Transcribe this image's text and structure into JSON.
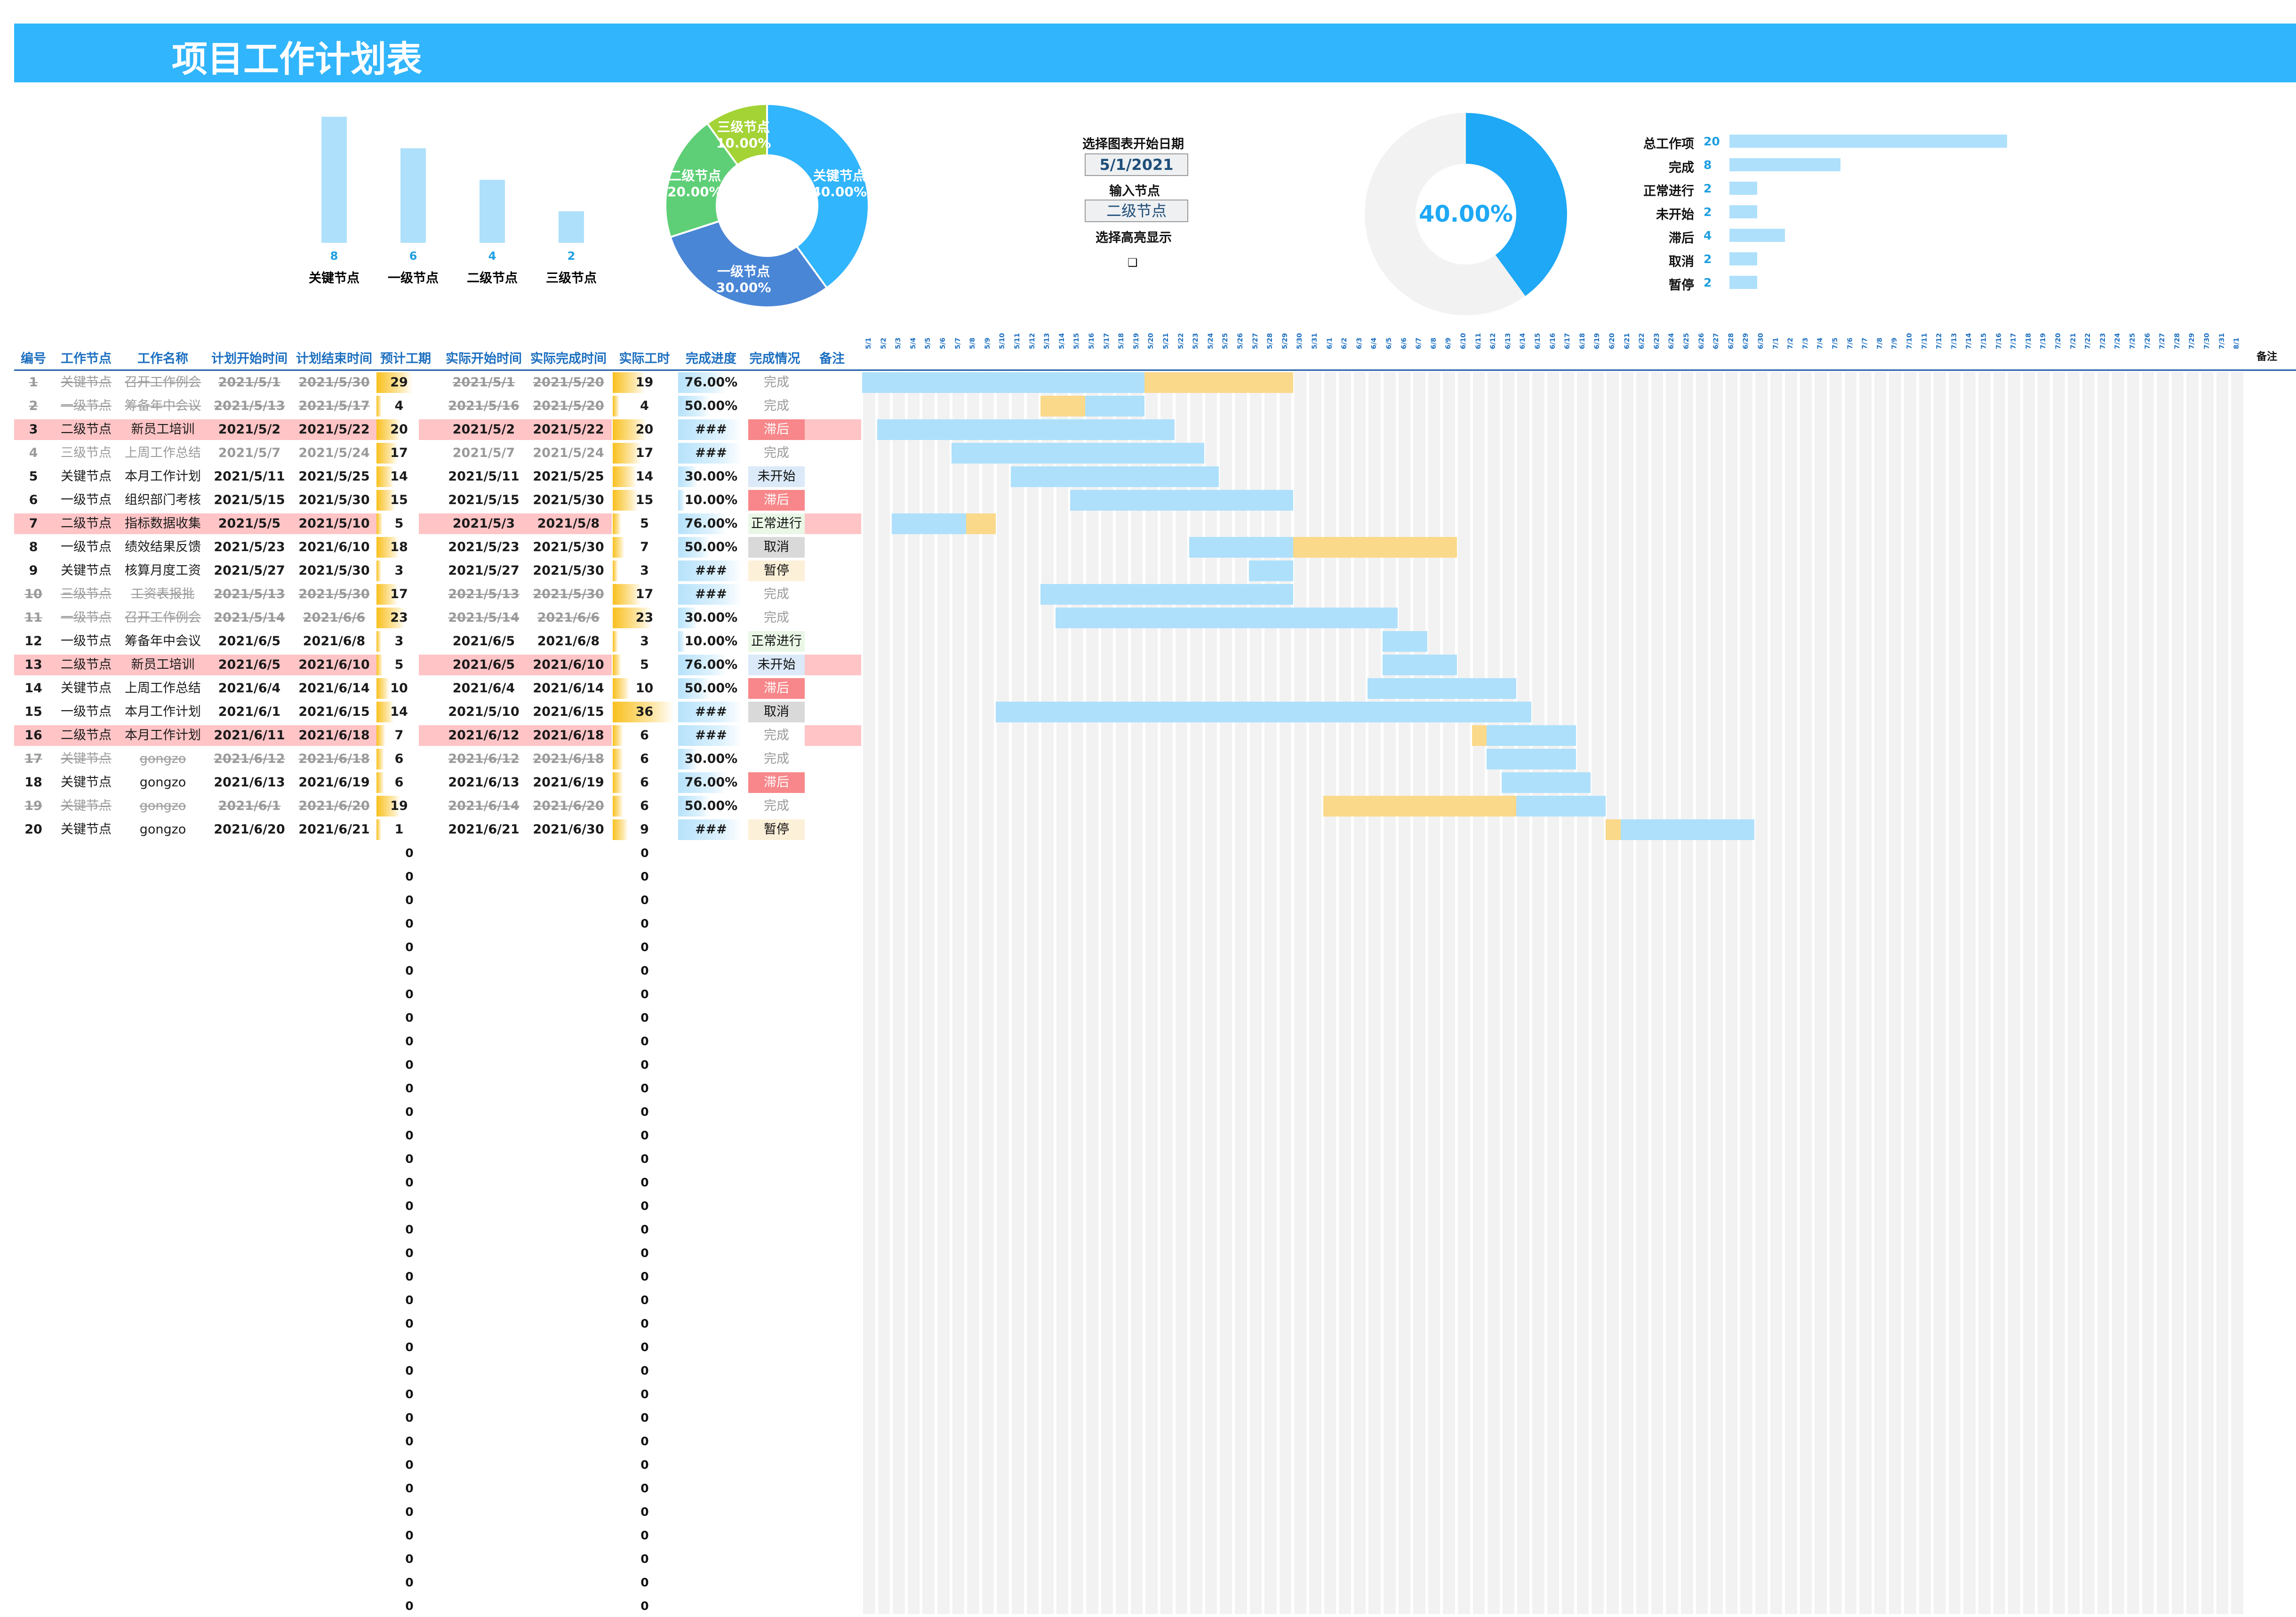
{
  "title": "项目工作计划表",
  "colors": {
    "title_bg": "#31b5fc",
    "bar_light": "#aee0fb",
    "donut_key": "#31b5fc",
    "donut_l1": "#4a86d6",
    "donut_l2": "#5ecf76",
    "donut_l3": "#a3d335",
    "highlight_row": "#ffc4c6",
    "gantt_actual": "#aee0fb",
    "gantt_plan": "#fbd98a",
    "progress_donut": "#1ea8f5",
    "status_lag": "#f7878a",
    "status_notstart": "#dbe9f8",
    "status_cancel": "#d9d9d9",
    "status_pause": "#fdf0d8",
    "status_normal": "#eaf7e6"
  },
  "bar_chart": {
    "categories": [
      "关键节点",
      "一级节点",
      "二级节点",
      "三级节点"
    ],
    "values": [
      8,
      6,
      4,
      2
    ]
  },
  "donut_chart": {
    "slices": [
      {
        "name": "关键节点",
        "pct": "40.00%",
        "value": 40
      },
      {
        "name": "一级节点",
        "pct": "30.00%",
        "value": 30
      },
      {
        "name": "二级节点",
        "pct": "20.00%",
        "value": 20
      },
      {
        "name": "三级节点",
        "pct": "10.00%",
        "value": 10
      }
    ]
  },
  "selector": {
    "start_date_label": "选择图表开始日期",
    "start_date_value": "5/1/2021",
    "node_label": "输入节点",
    "node_value": "二级节点",
    "highlight_label": "选择高亮显示",
    "checkbox_glyph": "❑"
  },
  "progress": {
    "value": 0.4,
    "text": "40.00%"
  },
  "stats": [
    {
      "label": "总工作项",
      "value": 20
    },
    {
      "label": "完成",
      "value": 8
    },
    {
      "label": "正常进行",
      "value": 2
    },
    {
      "label": "未开始",
      "value": 2
    },
    {
      "label": "滞后",
      "value": 4
    },
    {
      "label": "取消",
      "value": 2
    },
    {
      "label": "暂停",
      "value": 2
    }
  ],
  "table": {
    "headers": [
      "编号",
      "工作节点",
      "工作名称",
      "计划开始时间",
      "计划结束时间",
      "预计工期",
      "实际开始时间",
      "实际完成时间",
      "实际工时",
      "完成进度",
      "完成情况",
      "备注"
    ],
    "gantt_end_header": "备注",
    "rows": [
      {
        "id": "1",
        "node": "关键节点",
        "name": "召开工作例会",
        "ps": "2021/5/1",
        "pe": "2021/5/30",
        "dur": "29",
        "as": "2021/5/1",
        "ae": "2021/5/20",
        "work": "19",
        "prog": "76.00%",
        "progv": 0.76,
        "status": "完成"
      },
      {
        "id": "2",
        "node": "一级节点",
        "name": "筹备年中会议",
        "ps": "2021/5/13",
        "pe": "2021/5/17",
        "dur": "4",
        "as": "2021/5/16",
        "ae": "2021/5/20",
        "work": "4",
        "prog": "50.00%",
        "progv": 0.5,
        "status": "完成"
      },
      {
        "id": "3",
        "node": "二级节点",
        "name": "新员工培训",
        "ps": "2021/5/2",
        "pe": "2021/5/22",
        "dur": "20",
        "as": "2021/5/2",
        "ae": "2021/5/22",
        "work": "20",
        "prog": "###",
        "progv": 1,
        "status": "滞后"
      },
      {
        "id": "4",
        "node": "三级节点",
        "name": "上周工作总结",
        "ps": "2021/5/7",
        "pe": "2021/5/24",
        "dur": "17",
        "as": "2021/5/7",
        "ae": "2021/5/24",
        "work": "17",
        "prog": "###",
        "progv": 1,
        "status": "完成"
      },
      {
        "id": "5",
        "node": "关键节点",
        "name": "本月工作计划",
        "ps": "2021/5/11",
        "pe": "2021/5/25",
        "dur": "14",
        "as": "2021/5/11",
        "ae": "2021/5/25",
        "work": "14",
        "prog": "30.00%",
        "progv": 0.3,
        "status": "未开始"
      },
      {
        "id": "6",
        "node": "一级节点",
        "name": "组织部门考核",
        "ps": "2021/5/15",
        "pe": "2021/5/30",
        "dur": "15",
        "as": "2021/5/15",
        "ae": "2021/5/30",
        "work": "15",
        "prog": "10.00%",
        "progv": 0.1,
        "status": "滞后"
      },
      {
        "id": "7",
        "node": "二级节点",
        "name": "指标数据收集",
        "ps": "2021/5/5",
        "pe": "2021/5/10",
        "dur": "5",
        "as": "2021/5/3",
        "ae": "2021/5/8",
        "work": "5",
        "prog": "76.00%",
        "progv": 0.76,
        "status": "正常进行"
      },
      {
        "id": "8",
        "node": "一级节点",
        "name": "绩效结果反馈",
        "ps": "2021/5/23",
        "pe": "2021/6/10",
        "dur": "18",
        "as": "2021/5/23",
        "ae": "2021/5/30",
        "work": "7",
        "prog": "50.00%",
        "progv": 0.5,
        "status": "取消"
      },
      {
        "id": "9",
        "node": "关键节点",
        "name": "核算月度工资",
        "ps": "2021/5/27",
        "pe": "2021/5/30",
        "dur": "3",
        "as": "2021/5/27",
        "ae": "2021/5/30",
        "work": "3",
        "prog": "###",
        "progv": 1,
        "status": "暂停"
      },
      {
        "id": "10",
        "node": "三级节点",
        "name": "工资表报批",
        "ps": "2021/5/13",
        "pe": "2021/5/30",
        "dur": "17",
        "as": "2021/5/13",
        "ae": "2021/5/30",
        "work": "17",
        "prog": "###",
        "progv": 1,
        "status": "完成"
      },
      {
        "id": "11",
        "node": "一级节点",
        "name": "召开工作例会",
        "ps": "2021/5/14",
        "pe": "2021/6/6",
        "dur": "23",
        "as": "2021/5/14",
        "ae": "2021/6/6",
        "work": "23",
        "prog": "30.00%",
        "progv": 0.3,
        "status": "完成"
      },
      {
        "id": "12",
        "node": "一级节点",
        "name": "筹备年中会议",
        "ps": "2021/6/5",
        "pe": "2021/6/8",
        "dur": "3",
        "as": "2021/6/5",
        "ae": "2021/6/8",
        "work": "3",
        "prog": "10.00%",
        "progv": 0.1,
        "status": "正常进行"
      },
      {
        "id": "13",
        "node": "二级节点",
        "name": "新员工培训",
        "ps": "2021/6/5",
        "pe": "2021/6/10",
        "dur": "5",
        "as": "2021/6/5",
        "ae": "2021/6/10",
        "work": "5",
        "prog": "76.00%",
        "progv": 0.76,
        "status": "未开始"
      },
      {
        "id": "14",
        "node": "关键节点",
        "name": "上周工作总结",
        "ps": "2021/6/4",
        "pe": "2021/6/14",
        "dur": "10",
        "as": "2021/6/4",
        "ae": "2021/6/14",
        "work": "10",
        "prog": "50.00%",
        "progv": 0.5,
        "status": "滞后"
      },
      {
        "id": "15",
        "node": "一级节点",
        "name": "本月工作计划",
        "ps": "2021/6/1",
        "pe": "2021/6/15",
        "dur": "14",
        "as": "2021/5/10",
        "ae": "2021/6/15",
        "work": "36",
        "prog": "###",
        "progv": 1,
        "status": "取消"
      },
      {
        "id": "16",
        "node": "二级节点",
        "name": "本月工作计划",
        "ps": "2021/6/11",
        "pe": "2021/6/18",
        "dur": "7",
        "as": "2021/6/12",
        "ae": "2021/6/18",
        "work": "6",
        "prog": "###",
        "progv": 1,
        "status": "完成"
      },
      {
        "id": "17",
        "node": "关键节点",
        "name": "gongzo",
        "ps": "2021/6/12",
        "pe": "2021/6/18",
        "dur": "6",
        "as": "2021/6/12",
        "ae": "2021/6/18",
        "work": "6",
        "prog": "30.00%",
        "progv": 0.3,
        "status": "完成"
      },
      {
        "id": "18",
        "node": "关键节点",
        "name": "gongzo",
        "ps": "2021/6/13",
        "pe": "2021/6/19",
        "dur": "6",
        "as": "2021/6/13",
        "ae": "2021/6/19",
        "work": "6",
        "prog": "76.00%",
        "progv": 0.76,
        "status": "滞后"
      },
      {
        "id": "19",
        "node": "关键节点",
        "name": "gongzo",
        "ps": "2021/6/1",
        "pe": "2021/6/20",
        "dur": "19",
        "as": "2021/6/14",
        "ae": "2021/6/20",
        "work": "6",
        "prog": "50.00%",
        "progv": 0.5,
        "status": "完成"
      },
      {
        "id": "20",
        "node": "关键节点",
        "name": "gongzo",
        "ps": "2021/6/20",
        "pe": "2021/6/21",
        "dur": "1",
        "as": "2021/6/21",
        "ae": "2021/6/30",
        "work": "9",
        "prog": "###",
        "progv": 1,
        "status": "暂停"
      }
    ],
    "empty_zero": "0"
  },
  "gantt": {
    "dates": [
      "5/1",
      "5/2",
      "5/3",
      "5/4",
      "5/5",
      "5/6",
      "5/7",
      "5/8",
      "5/9",
      "5/10",
      "5/11",
      "5/12",
      "5/13",
      "5/14",
      "5/15",
      "5/16",
      "5/17",
      "5/18",
      "5/19",
      "5/20",
      "5/21",
      "5/22",
      "5/23",
      "5/24",
      "5/25",
      "5/26",
      "5/27",
      "5/28",
      "5/29",
      "5/30",
      "5/31",
      "6/1",
      "6/2",
      "6/3",
      "6/4",
      "6/5",
      "6/6",
      "6/7",
      "6/8",
      "6/9",
      "6/10",
      "6/11",
      "6/12",
      "6/13",
      "6/14",
      "6/15",
      "6/16",
      "6/17",
      "6/18",
      "6/19",
      "6/20",
      "6/21",
      "6/22",
      "6/23",
      "6/24",
      "6/25",
      "6/26",
      "6/27",
      "6/28",
      "6/29",
      "6/30",
      "7/1",
      "7/2",
      "7/3",
      "7/4",
      "7/5",
      "7/6",
      "7/7",
      "7/8",
      "7/9",
      "7/10",
      "7/11",
      "7/12",
      "7/13",
      "7/14",
      "7/15",
      "7/16",
      "7/17",
      "7/18",
      "7/19",
      "7/20",
      "7/21",
      "7/22",
      "7/23",
      "7/24",
      "7/25",
      "7/26",
      "7/27",
      "7/28",
      "7/29",
      "7/30",
      "7/31",
      "8/1"
    ]
  }
}
